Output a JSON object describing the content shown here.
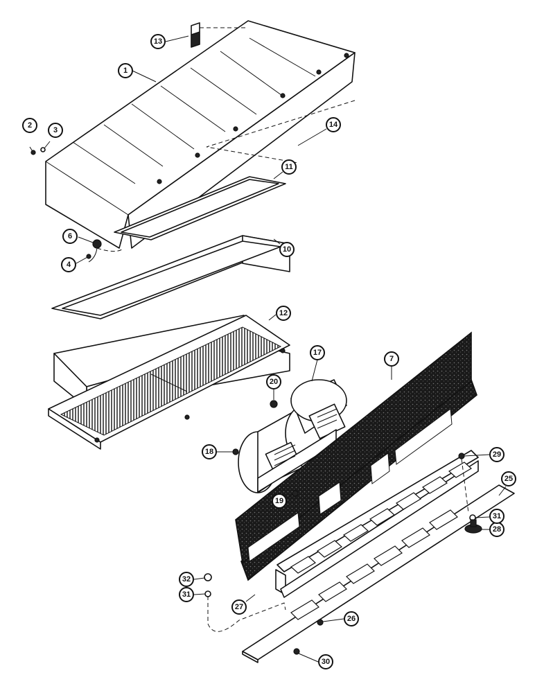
{
  "callouts": {
    "c1": "1",
    "c2": "2",
    "c3": "3",
    "c4": "4",
    "c6": "6",
    "c7": "7",
    "c10": "10",
    "c11": "11",
    "c12": "12",
    "c13": "13",
    "c14": "14",
    "c17": "17",
    "c18": "18",
    "c19": "19",
    "c20": "20",
    "c25": "25",
    "c26": "26",
    "c27": "27",
    "c28": "28",
    "c29": "29",
    "c30": "30",
    "c31a": "31",
    "c31b": "31",
    "c32": "32"
  }
}
